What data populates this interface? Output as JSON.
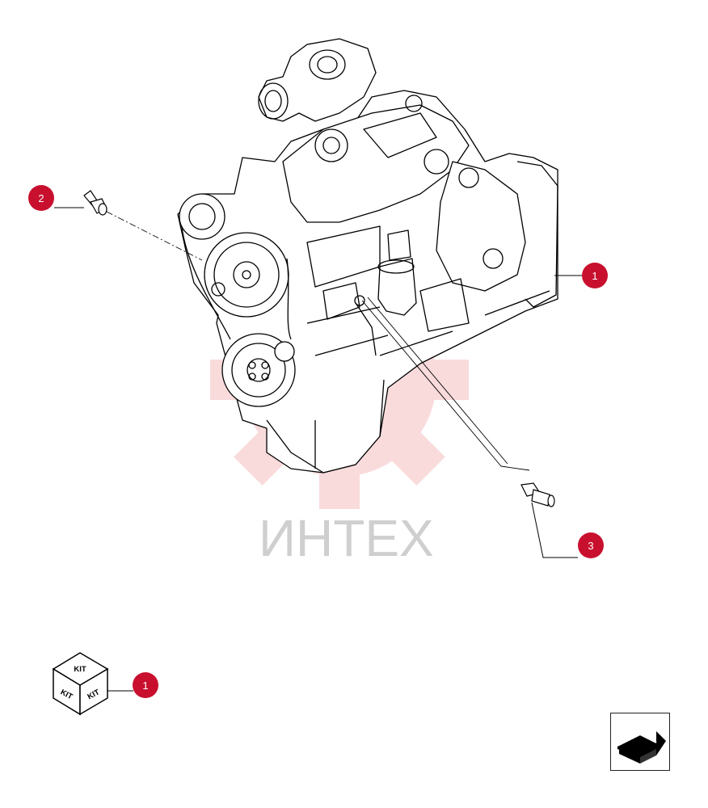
{
  "watermark": {
    "text": "ИНТЕХ",
    "color": "#e0242f"
  },
  "callouts": [
    {
      "id": "engine",
      "number": "1"
    },
    {
      "id": "elbow-fitting",
      "number": "2"
    },
    {
      "id": "sensor",
      "number": "3"
    },
    {
      "id": "kit",
      "number": "1"
    }
  ],
  "kit_icon": {
    "top_label": "KIT",
    "left_label": "KIT",
    "right_label": "KIT"
  },
  "colors": {
    "callout": "#c8102e",
    "line": "#000000"
  },
  "nav": {
    "icon": "next-page-arrow-icon"
  }
}
